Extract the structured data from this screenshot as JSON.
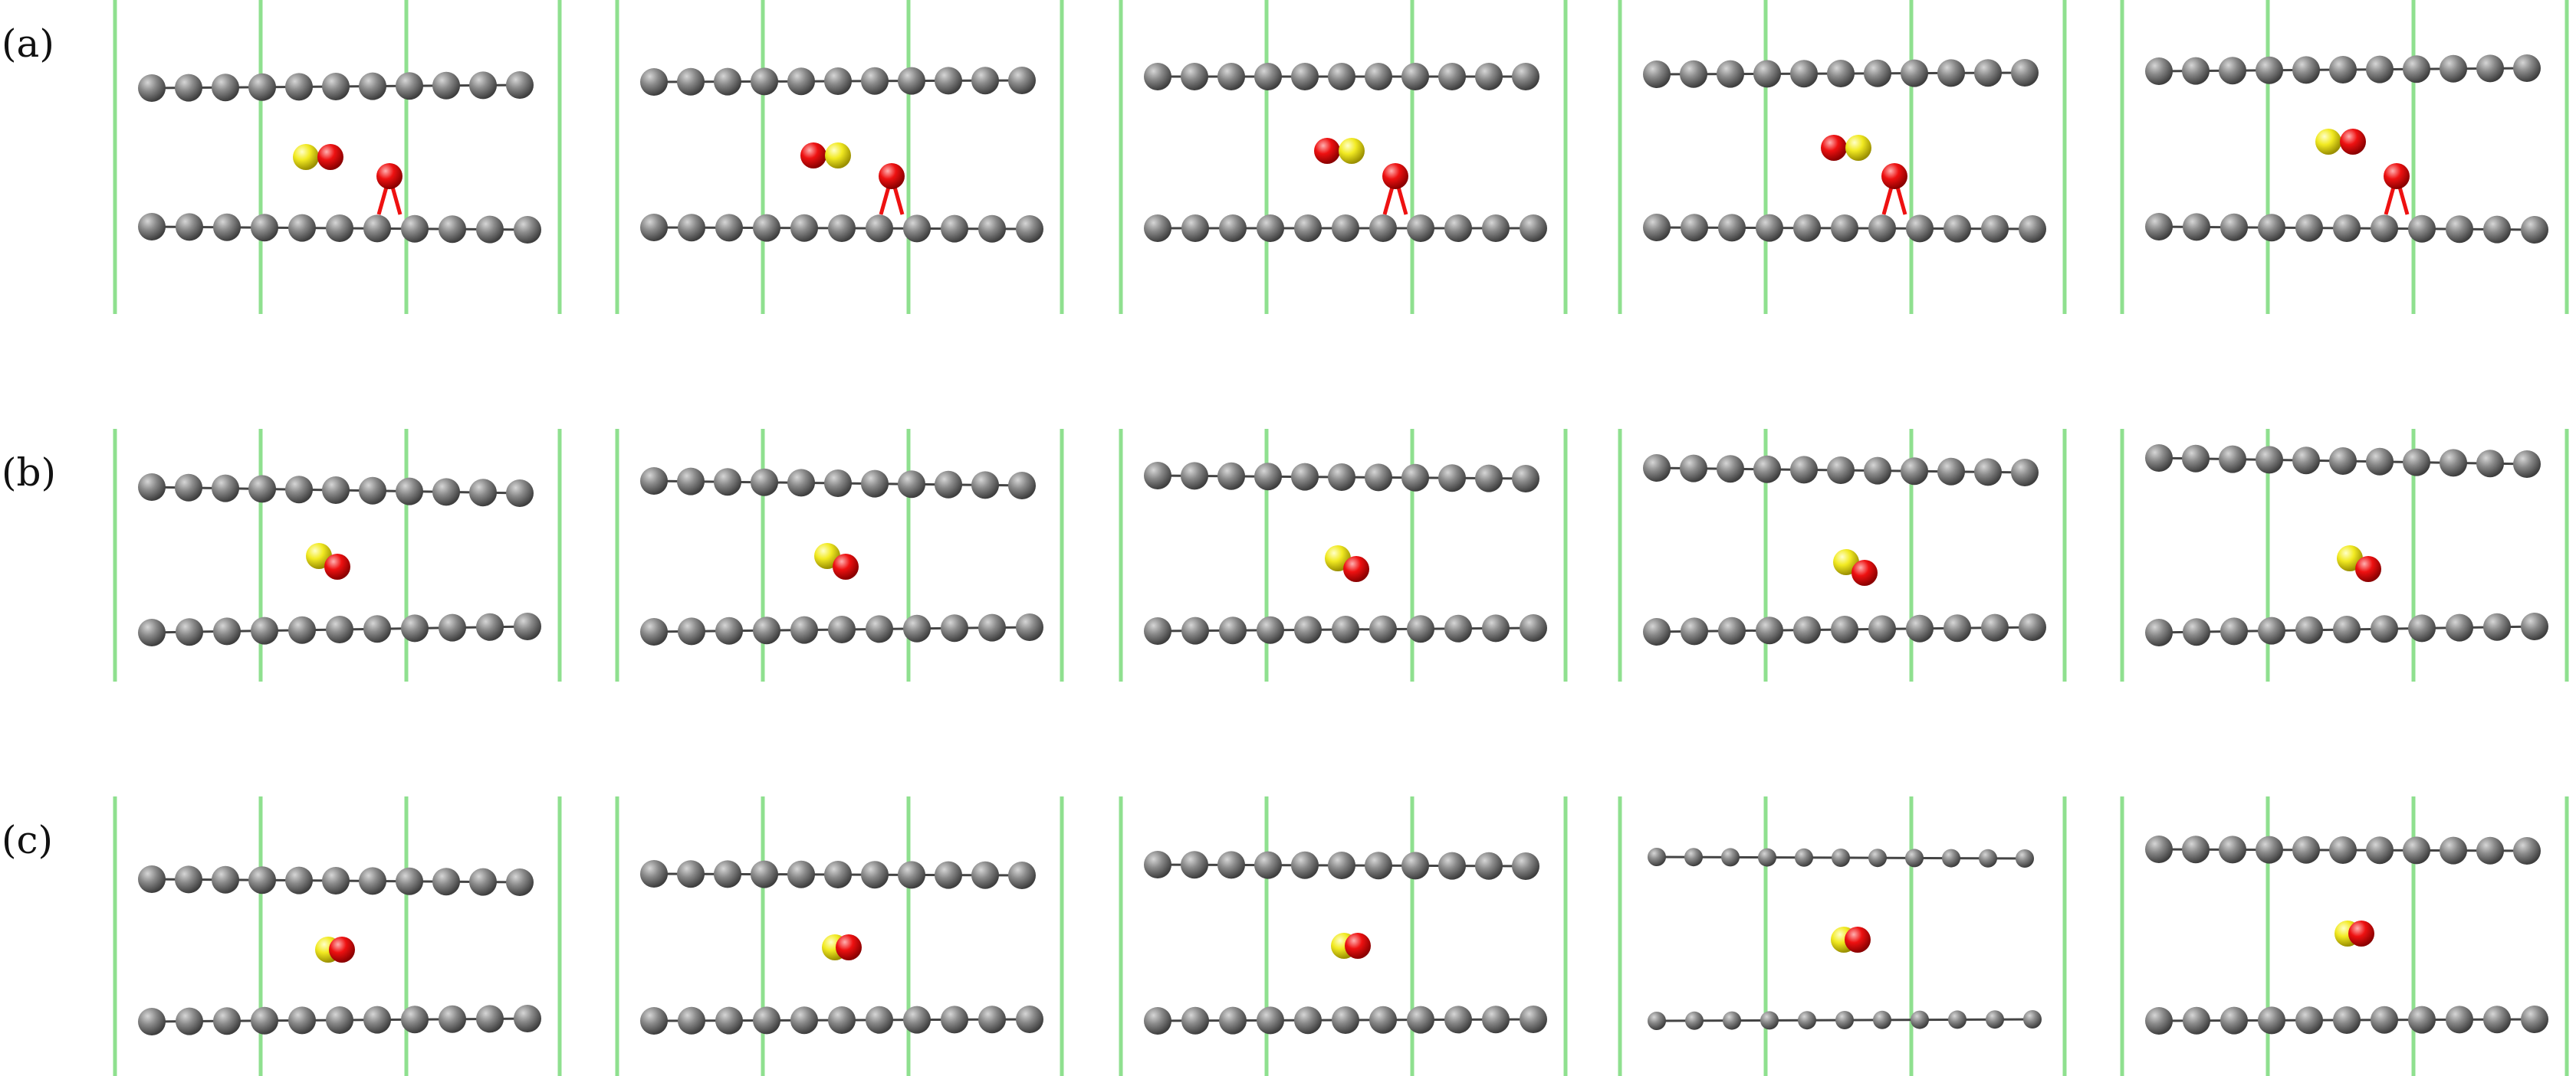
{
  "rows": [
    {
      "label": "(a)",
      "config": "adsorbed",
      "top_shift": [
        0,
        -7,
        -13,
        -17,
        -22
      ],
      "tilt": [
        -2,
        -1,
        0,
        -1,
        -2
      ],
      "molecule": [
        "yellow-red",
        "red-yellow",
        "red-yellow",
        "red-yellow",
        "yellow-red"
      ]
    },
    {
      "label": "(b)",
      "config": "tilted",
      "top_shift": [
        0,
        -9,
        -17,
        -26,
        -38
      ],
      "tilt": [
        4,
        3,
        2,
        3,
        4
      ],
      "molecule": [
        "yellow-red",
        "yellow-red",
        "yellow-red",
        "yellow-red",
        "yellow-red"
      ]
    },
    {
      "label": "(c)",
      "config": "compact",
      "top_shift": [
        0,
        -8,
        -20,
        -30,
        -40
      ],
      "tilt": [
        2,
        1,
        1,
        1,
        1
      ],
      "molecule": [
        "yellow-red",
        "yellow-red",
        "yellow-red",
        "yellow-red",
        "yellow-red"
      ]
    }
  ],
  "colors": {
    "carbon": "#7d7d7d",
    "carbon_dark": "#4d4d4d",
    "bond": "#444444",
    "sulfur": "#f1ea2a",
    "oxygen": "#ee1111",
    "cell_line": "#8fe08f",
    "label": "#111111"
  }
}
